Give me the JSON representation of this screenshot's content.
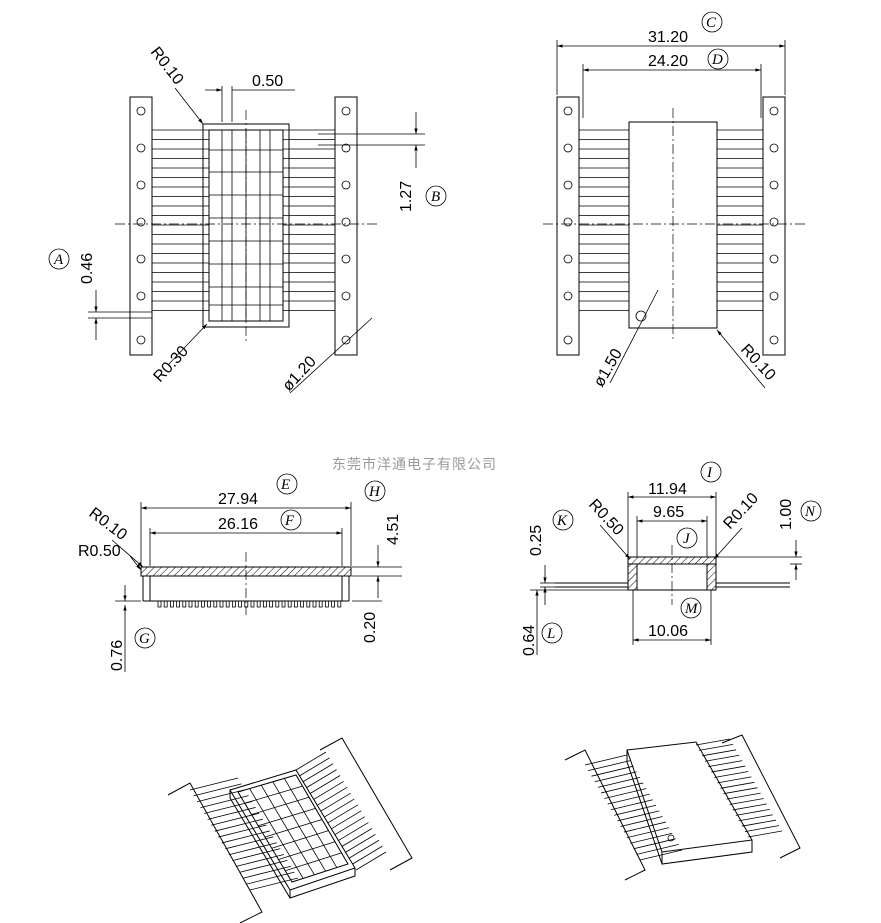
{
  "watermark": "东莞市洋通电子有限公司",
  "top_left": {
    "dims": {
      "r_top": "R0.10",
      "width_050": "0.50",
      "pitch": "1.27",
      "lead": "0.46",
      "r_bottom": "R0.30",
      "hole": "ø1.20"
    },
    "labels": {
      "A": "A",
      "B": "B"
    }
  },
  "top_right": {
    "dims": {
      "overall": "31.20",
      "inner": "24.20",
      "hole": "ø1.50",
      "r": "R0.10"
    },
    "labels": {
      "C": "C",
      "D": "D"
    }
  },
  "mid_left": {
    "dims": {
      "overall": "27.94",
      "inner": "26.16",
      "r1": "R0.10",
      "r2": "R0.50",
      "height": "4.51",
      "gap": "0.20",
      "lead": "0.76"
    },
    "labels": {
      "E": "E",
      "F": "F",
      "G": "G",
      "H": "H"
    }
  },
  "mid_right": {
    "dims": {
      "overall": "11.94",
      "inner": "9.65",
      "bottom": "10.06",
      "r1": "R0.50",
      "r2": "R0.10",
      "t1": "0.25",
      "t2": "0.64",
      "h": "1.00"
    },
    "labels": {
      "I": "I",
      "J": "J",
      "K": "K",
      "L": "L",
      "M": "M",
      "N": "N"
    }
  }
}
